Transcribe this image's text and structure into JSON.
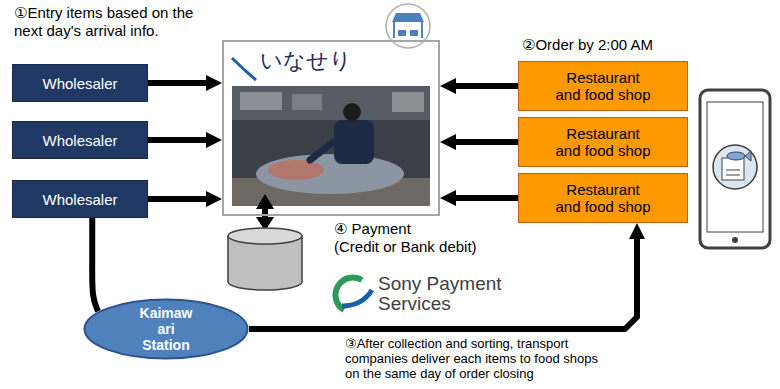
{
  "diagram": {
    "nodes": [
      {
        "text": [
          "Wholesaler"
        ]
      },
      {
        "text": [
          "Wholesaler"
        ]
      },
      {
        "text": [
          "Wholesaler"
        ]
      },
      {
        "text": [
          "いなせり"
        ]
      },
      {
        "text": [
          "Restaurant and food shop"
        ]
      },
      {
        "text": [
          "Restaurant and food shop"
        ]
      },
      {
        "text": [
          "Restaurant and food shop"
        ]
      },
      {
        "text": [
          "Kaimaw ari Station"
        ]
      }
    ],
    "edges": [
      {
        "from": 0,
        "to": 3,
        "arrow": "to"
      },
      {
        "from": 1,
        "to": 3,
        "arrow": "to"
      },
      {
        "from": 2,
        "to": 3,
        "arrow": "to"
      },
      {
        "from": 4,
        "to": 3,
        "arrow": "to"
      },
      {
        "from": 5,
        "to": 3,
        "arrow": "to"
      },
      {
        "from": 6,
        "to": 3,
        "arrow": "to"
      },
      {
        "from": 2,
        "to": 7,
        "arrow": "none"
      },
      {
        "from": 7,
        "to": 6,
        "arrow": "to"
      }
    ],
    "labels": [
      "①Entry items based on the next day's arrival info.",
      "②Order by 2:00 AM",
      "④ Payment (Credit or Bank debit)",
      "Sony Payment Services",
      "③After collection and sorting, transport companies deliver each items to food shops on the same day of order closing"
    ]
  }
}
